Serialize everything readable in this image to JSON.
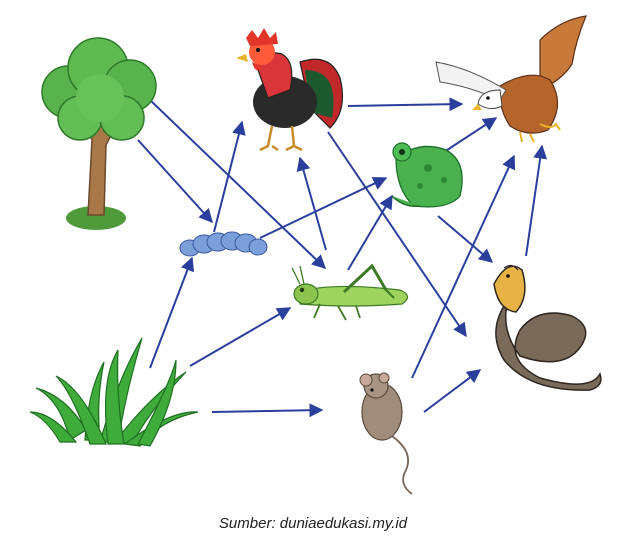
{
  "caption": "Sumber: duniaedukasi.my.id",
  "colors": {
    "arrow": "#2a3f9c"
  },
  "organisms": [
    {
      "id": "tree",
      "icon": "tree-icon"
    },
    {
      "id": "grass",
      "icon": "grass-icon"
    },
    {
      "id": "rooster",
      "icon": "rooster-icon"
    },
    {
      "id": "caterpillar",
      "icon": "caterpillar-icon"
    },
    {
      "id": "grasshopper",
      "icon": "grasshopper-icon"
    },
    {
      "id": "frog",
      "icon": "frog-icon"
    },
    {
      "id": "mouse",
      "icon": "mouse-icon"
    },
    {
      "id": "eagle",
      "icon": "eagle-icon"
    },
    {
      "id": "snake",
      "icon": "snake-icon"
    }
  ],
  "energy_flows": [
    {
      "from": "tree",
      "to": "caterpillar"
    },
    {
      "from": "tree",
      "to": "grasshopper"
    },
    {
      "from": "grass",
      "to": "caterpillar"
    },
    {
      "from": "grass",
      "to": "grasshopper"
    },
    {
      "from": "grass",
      "to": "mouse"
    },
    {
      "from": "caterpillar",
      "to": "rooster"
    },
    {
      "from": "caterpillar",
      "to": "frog"
    },
    {
      "from": "grasshopper",
      "to": "rooster"
    },
    {
      "from": "grasshopper",
      "to": "frog"
    },
    {
      "from": "rooster",
      "to": "eagle"
    },
    {
      "from": "rooster",
      "to": "snake"
    },
    {
      "from": "frog",
      "to": "eagle"
    },
    {
      "from": "frog",
      "to": "snake"
    },
    {
      "from": "mouse",
      "to": "eagle"
    },
    {
      "from": "mouse",
      "to": "snake"
    },
    {
      "from": "snake",
      "to": "eagle"
    }
  ]
}
